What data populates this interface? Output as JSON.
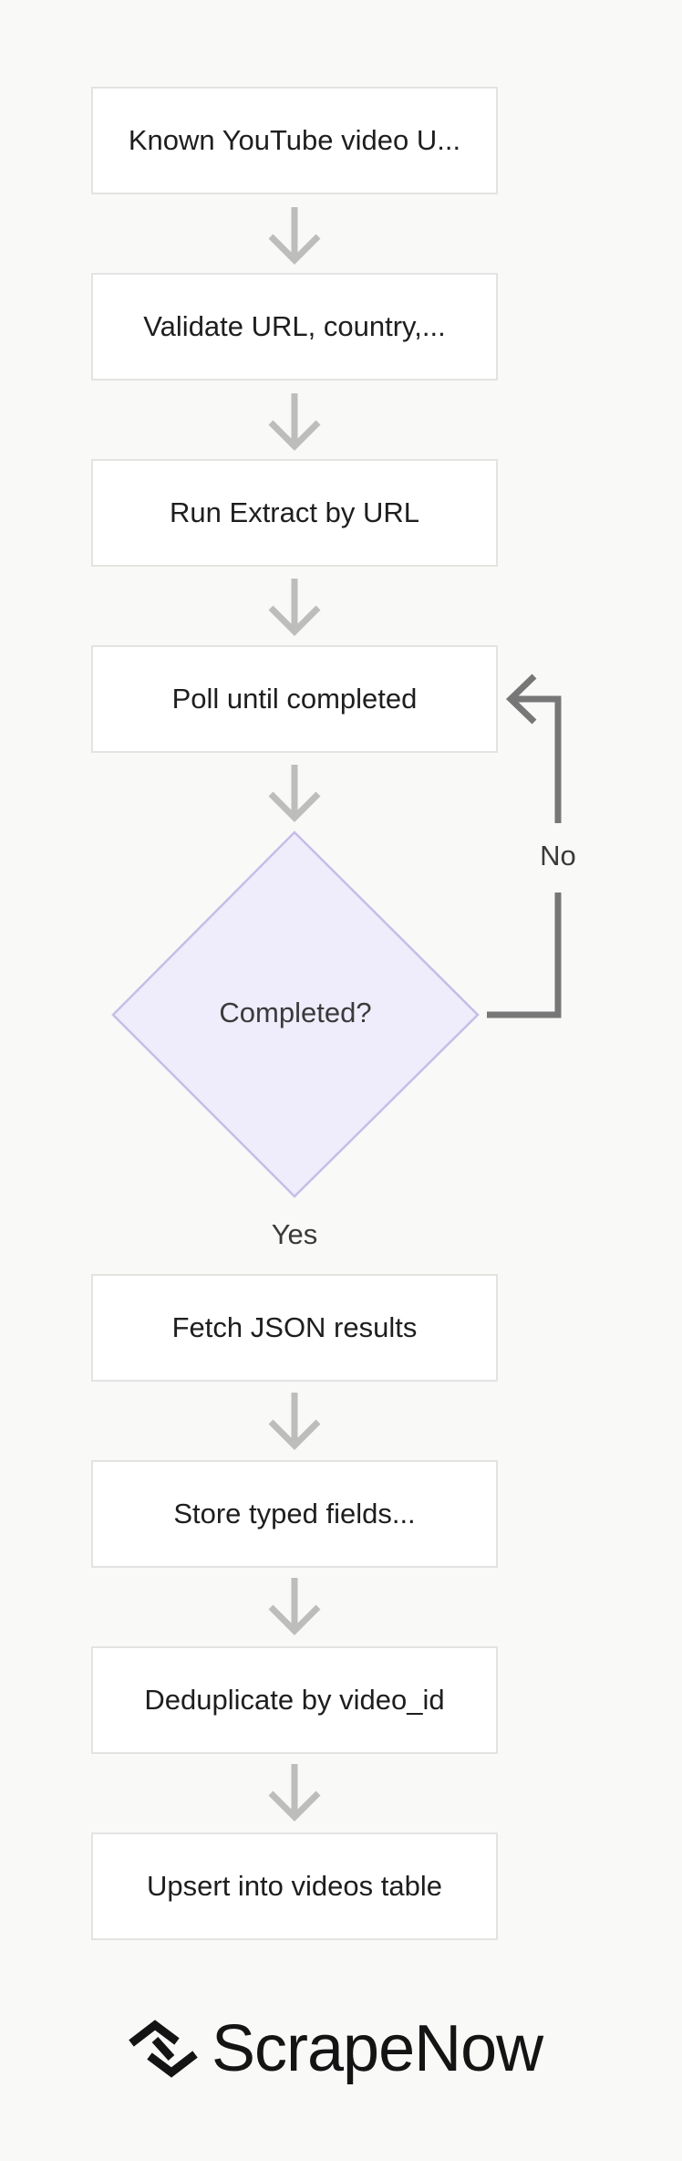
{
  "nodes": {
    "n1": "Known YouTube video U...",
    "n2": "Validate URL, country,...",
    "n3": "Run Extract by URL",
    "n4": "Poll until completed",
    "decision": "Completed?",
    "n5": "Fetch JSON results",
    "n6": "Store typed fields...",
    "n7": "Deduplicate by video_id",
    "n8": "Upsert into videos table"
  },
  "edges": {
    "no_label": "No",
    "yes_label": "Yes"
  },
  "brand": {
    "name": "ScrapeNow",
    "icon": "scrapenow-logo-icon"
  },
  "colors": {
    "decision_fill": "#efecfb",
    "decision_stroke": "#c6bde8",
    "arrow": "#bdbdbb",
    "loop_arrow": "#777777"
  }
}
